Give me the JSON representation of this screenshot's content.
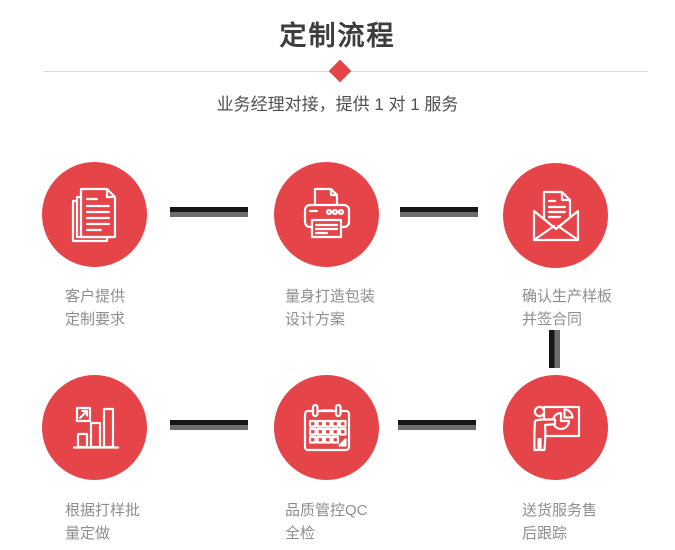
{
  "page": {
    "title": "定制流程",
    "subtitle": "业务经理对接，提供 1 对 1 服务"
  },
  "colors": {
    "accent": "#e54449",
    "title": "#3d3d3d",
    "subtitle": "#4f4f4f",
    "label": "#8e8e8e",
    "connector-dark": "#161616",
    "connector-gray": "#6d6d6d",
    "divider": "#d8d8d8"
  },
  "decorations": {
    "diamond_icon": "red-diamond",
    "connector_style": "two-tone-bar"
  },
  "steps": [
    {
      "icon": "documents-icon",
      "label_line1": "客户提供",
      "label_line2": "定制要求"
    },
    {
      "icon": "printer-icon",
      "label_line1": "量身打造包装",
      "label_line2": "设计方案"
    },
    {
      "icon": "open-envelope-icon",
      "label_line1": "确认生产样板",
      "label_line2": "并签合同"
    },
    {
      "icon": "bar-chart-icon",
      "label_line1": "根据打样批",
      "label_line2": "量定做"
    },
    {
      "icon": "calendar-icon",
      "label_line1": "品质管控QC",
      "label_line2": "全检"
    },
    {
      "icon": "presentation-icon",
      "label_line1": "送货服务售",
      "label_line2": "后跟踪"
    }
  ]
}
